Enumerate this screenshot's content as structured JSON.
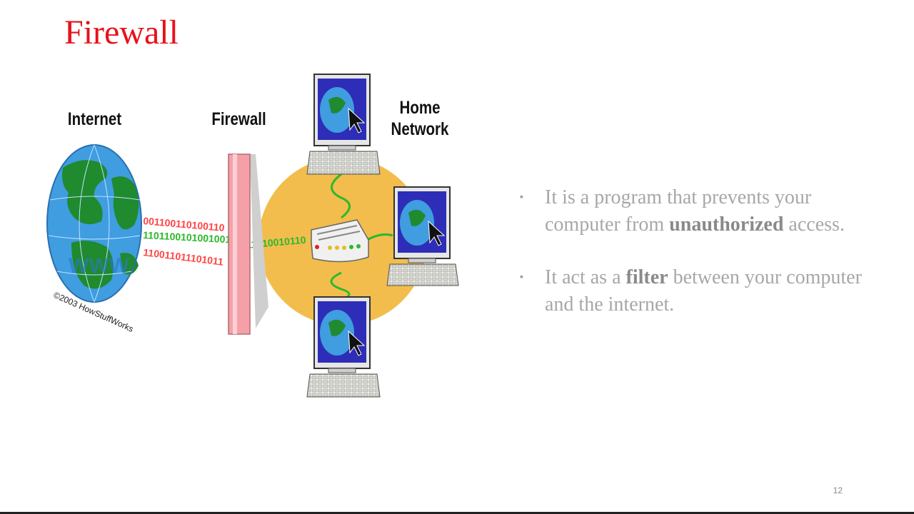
{
  "slide": {
    "title": "Firewall",
    "page_number": "12"
  },
  "figure": {
    "labels": {
      "internet": "Internet",
      "firewall": "Firewall",
      "home_network": "Home\nNetwork"
    },
    "copyright": "©2003 HowStuffWorks",
    "globe_text": "WWW",
    "binary_red_top": "001100110100110",
    "binary_green_mid": "11011001010010011",
    "binary_red_bottom": "110011011101011",
    "binary_green_right": "11010010110",
    "colors": {
      "bits_red": "#ff4444",
      "bits_green": "#2db82d",
      "firewall_pink": "#f5a0a8",
      "network_circle": "#f2bd4c",
      "monitor_screen": "#2d2db8",
      "globe_blue": "#3f9de0",
      "globe_green": "#1f8a2e"
    }
  },
  "bullets": [
    {
      "parts": [
        {
          "text": "It is a program that prevents your computer from ",
          "bold": false
        },
        {
          "text": "unauthorized",
          "bold": true
        },
        {
          "text": " access.",
          "bold": false
        }
      ]
    },
    {
      "parts": [
        {
          "text": "It act as a ",
          "bold": false
        },
        {
          "text": "filter",
          "bold": true
        },
        {
          "text": " between your computer and the internet.",
          "bold": false
        }
      ]
    }
  ]
}
